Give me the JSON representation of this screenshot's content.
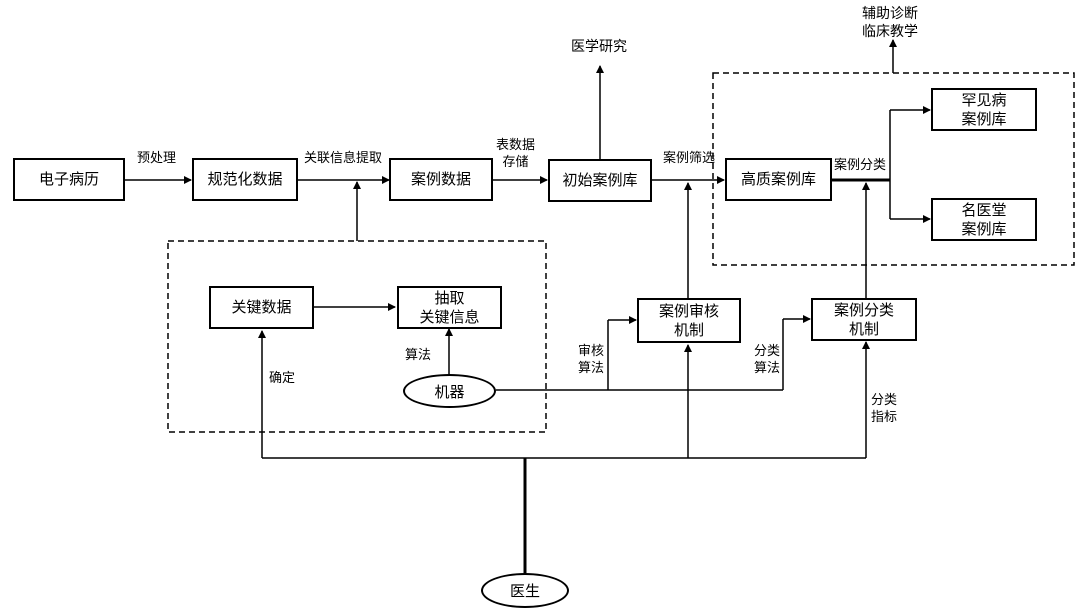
{
  "boxes": {
    "emr": "电子病历",
    "normalized": "规范化数据",
    "case_data": "案例数据",
    "initial_lib": "初始案例库",
    "quality_lib": "高质案例库",
    "rare_lib": [
      "罕见病",
      "案例库"
    ],
    "famous_lib": [
      "名医堂",
      "案例库"
    ],
    "key_data": "关键数据",
    "extract": [
      "抽取",
      "关键信息"
    ],
    "review": [
      "案例审核",
      "机制"
    ],
    "classify": [
      "案例分类",
      "机制"
    ],
    "machine": "机器",
    "doctor": "医生"
  },
  "labels": {
    "preprocess": "预处理",
    "assoc_extract": "关联信息提取",
    "table_store": [
      "表数据",
      "存储"
    ],
    "medical_research": "医学研究",
    "case_screening": "案例筛选",
    "case_classification": "案例分类",
    "applications": [
      "辅助诊断",
      "临床教学"
    ],
    "algorithm": "算法",
    "confirm": "确定",
    "review_algo": [
      "审核",
      "算法"
    ],
    "classify_algo": [
      "分类",
      "算法"
    ],
    "classify_index": [
      "分类",
      "指标"
    ]
  }
}
